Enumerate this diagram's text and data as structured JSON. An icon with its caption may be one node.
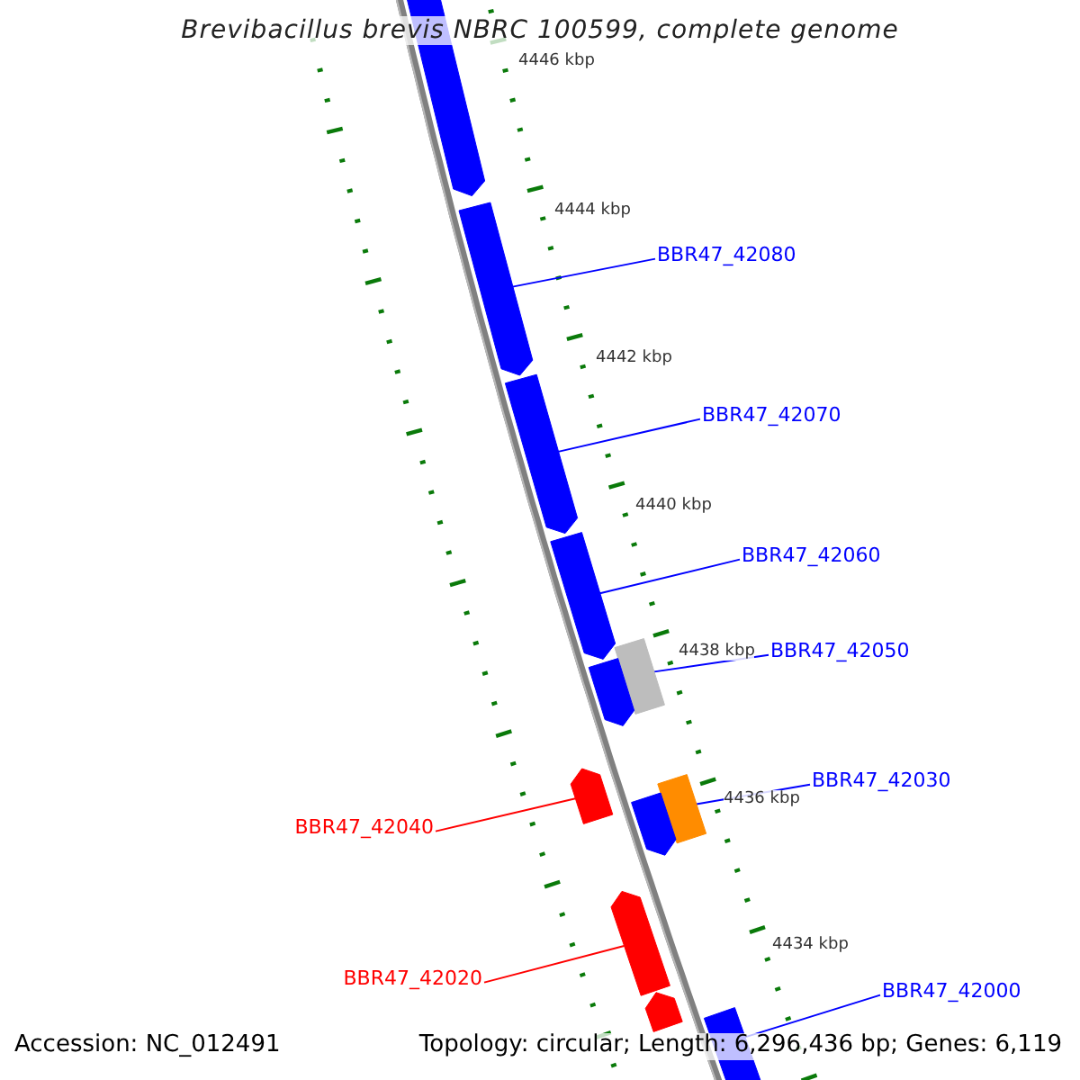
{
  "diagram": {
    "title": "Brevibacillus brevis NBRC 100599, complete genome",
    "nodes": [
      {
        "text": [],
        "shape": "arrow"
      },
      {
        "text": [],
        "shape": "arrow"
      },
      {
        "text": [
          "BBR47_42080"
        ]
      },
      {
        "text": [],
        "shape": "arrow"
      },
      {
        "text": [
          "BBR47_42070"
        ]
      },
      {
        "text": [],
        "shape": "arrow"
      },
      {
        "text": [
          "BBR47_42060"
        ]
      },
      {
        "text": [
          "BBR47_42050"
        ]
      },
      {
        "text": [],
        "shape": "box"
      },
      {
        "text": [],
        "shape": "arrow"
      },
      {
        "text": [],
        "shape": "arrow"
      },
      {
        "text": [
          "BBR47_42030"
        ]
      },
      {
        "text": [],
        "shape": "box"
      },
      {
        "text": [],
        "shape": "arrow"
      },
      {
        "text": [
          "BBR47_42040"
        ]
      },
      {
        "text": [],
        "shape": "arrow"
      },
      {
        "text": [
          "BBR47_42020"
        ]
      },
      {
        "text": [],
        "shape": "arrow"
      },
      {
        "text": [
          "BBR47_42000"
        ]
      },
      {
        "text": [],
        "shape": "arrow"
      }
    ],
    "edges": [
      {
        "from": 2,
        "to": 1,
        "arrow": "none"
      },
      {
        "from": 4,
        "to": 3,
        "arrow": "none"
      },
      {
        "from": 6,
        "to": 5,
        "arrow": "none"
      },
      {
        "from": 7,
        "to": 8,
        "arrow": "none"
      },
      {
        "from": 11,
        "to": 12,
        "arrow": "none"
      },
      {
        "from": 14,
        "to": 10,
        "arrow": "none",
        "color": "#ff0000"
      },
      {
        "from": 16,
        "to": 15,
        "arrow": "none",
        "color": "#ff0000"
      },
      {
        "from": 18,
        "to": 19,
        "arrow": "none"
      }
    ],
    "labels": [
      "4446 kbp",
      "4444 kbp",
      "4442 kbp",
      "4440 kbp",
      "4438 kbp",
      "4436 kbp",
      "4434 kbp",
      "Accession: NC_012491",
      "Topology: circular; Length: 6,296,436 bp; Genes: 6,119"
    ]
  }
}
